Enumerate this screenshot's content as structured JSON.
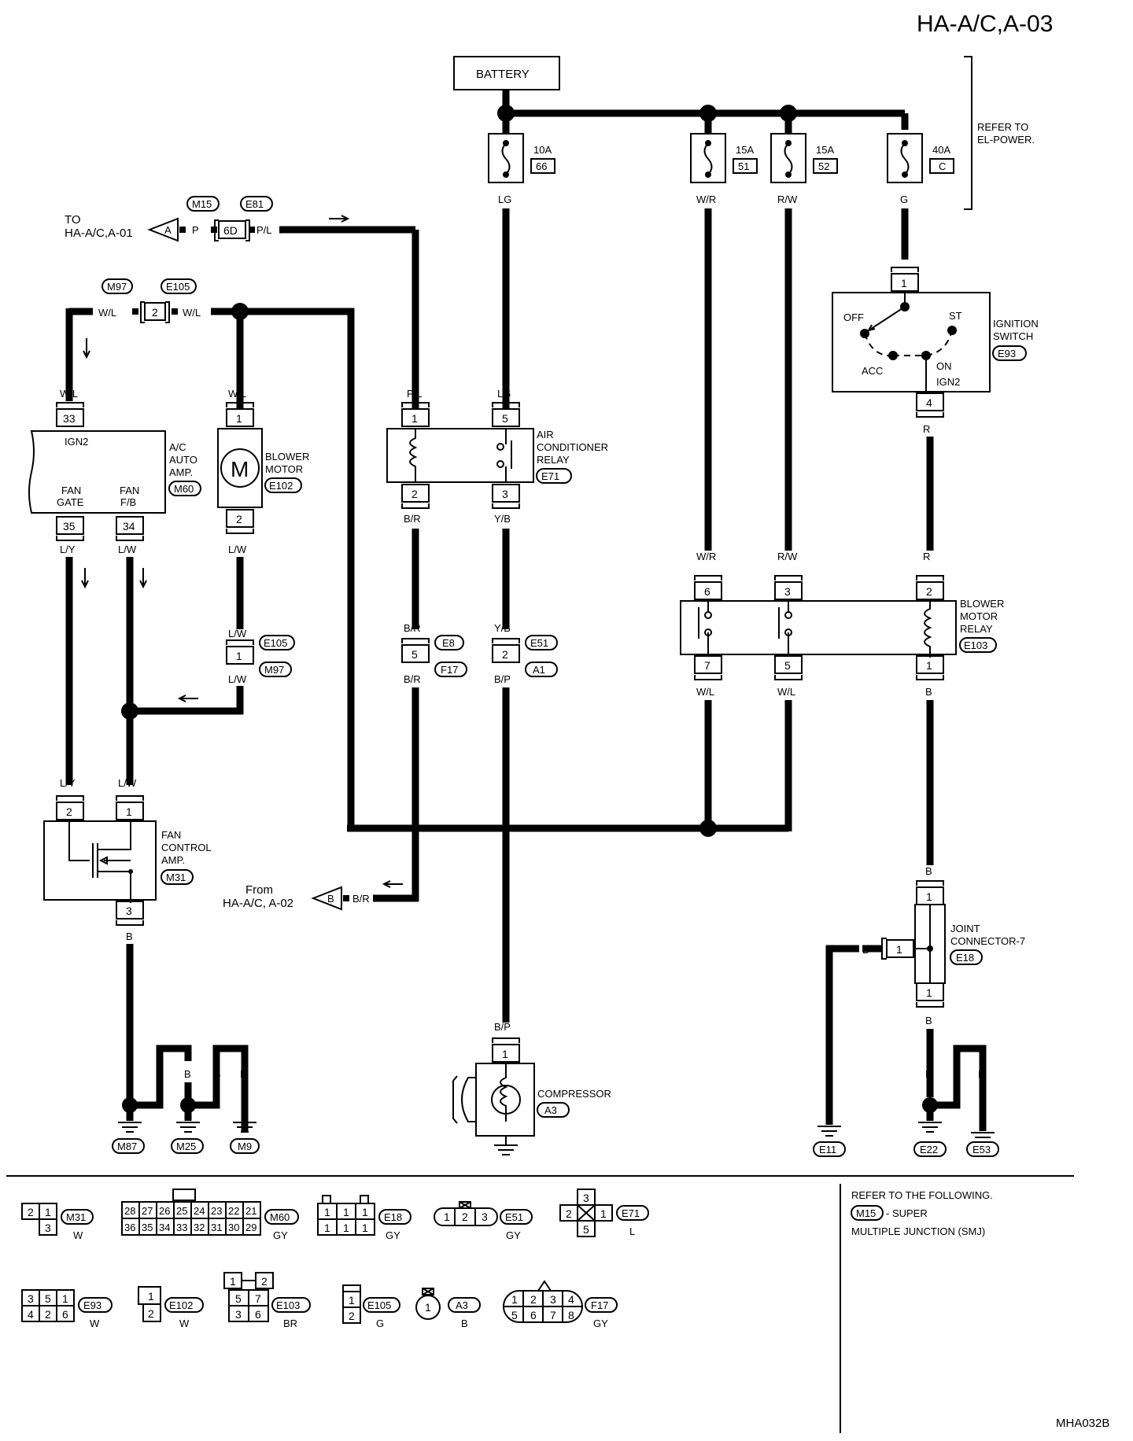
{
  "page": {
    "title": "HA-A/C,A-03",
    "figure_id": "MHA032B"
  },
  "top": {
    "battery": "BATTERY",
    "refer_power": [
      "REFER TO",
      "EL-POWER."
    ],
    "fuses": [
      {
        "amp": "10A",
        "num": "66",
        "wire": "LG"
      },
      {
        "amp": "15A",
        "num": "51",
        "wire": "W/R"
      },
      {
        "amp": "15A",
        "num": "52",
        "wire": "R/W"
      },
      {
        "amp": "40A",
        "num": "C",
        "wire": "G"
      }
    ]
  },
  "left": {
    "to_text": [
      "TO",
      "HA-A/C,A-01"
    ],
    "to_arrow": "A",
    "p_wire": "P",
    "pl_wire": "P/L",
    "pin_6d": "6D",
    "m15": "M15",
    "e81": "E81",
    "m97": "M97",
    "e105": "E105",
    "wl": "W/L",
    "pin2": "2"
  },
  "amp": {
    "label": [
      "A/C",
      "AUTO",
      "AMP."
    ],
    "conn": "M60",
    "ign2": "IGN2",
    "pin33": "33",
    "fan_gate": [
      "FAN",
      "GATE"
    ],
    "fan_fb": [
      "FAN",
      "F/B"
    ],
    "pin35": "35",
    "pin34": "34",
    "wire_ly": "L/Y",
    "wire_lw": "L/W"
  },
  "blower": {
    "label": [
      "BLOWER",
      "MOTOR"
    ],
    "conn": "E102",
    "m": "M",
    "pin1": "1",
    "pin2": "2",
    "wire_top": "W/L",
    "wire_bot": "L/W",
    "wire_lw2": "L/W",
    "e105": "E105",
    "m97": "M97",
    "pin_j": "1",
    "wire_lw3": "L/W"
  },
  "fan_amp": {
    "label": [
      "FAN",
      "CONTROL",
      "AMP."
    ],
    "conn": "M31",
    "pin2": "2",
    "pin1": "1",
    "pin3": "3",
    "wire_ly": "L/Y",
    "wire_lw": "L/W",
    "wire_b": "B"
  },
  "grounds_left": {
    "wires": [
      "B",
      "B",
      "B",
      "B",
      "B"
    ],
    "labels": [
      "M87",
      "M25",
      "M9"
    ]
  },
  "relay": {
    "label": [
      "AIR",
      "CONDITIONER",
      "RELAY"
    ],
    "conn": "E71",
    "wire_pl": "P/L",
    "wire_lg": "LG",
    "pin1": "1",
    "pin5": "5",
    "pin2": "2",
    "pin3": "3",
    "wire_br": "B/R",
    "wire_yb": "Y/B",
    "wire_br2": "B/R",
    "wire_yb2": "Y/B",
    "pin_e8": "5",
    "pin_e51": "2",
    "e8": "E8",
    "f17": "F17",
    "e51": "E51",
    "a1": "A1",
    "wire_br3": "B/R",
    "wire_bp": "B/P",
    "from_text": [
      "From",
      "HA-A/C, A-02"
    ],
    "from_arrow": "B",
    "from_wire": "B/R"
  },
  "compressor": {
    "wire": "B/P",
    "pin": "1",
    "label": "COMPRESSOR",
    "conn": "A3"
  },
  "ignition": {
    "label": [
      "IGNITION",
      "SWITCH"
    ],
    "conn": "E93",
    "pin1": "1",
    "pin4": "4",
    "off": "OFF",
    "st": "ST",
    "acc": "ACC",
    "on": "ON",
    "ign2": "IGN2",
    "wire_r": "R",
    "wire_r2": "R"
  },
  "bm_relay": {
    "label": [
      "BLOWER",
      "MOTOR",
      "RELAY"
    ],
    "conn": "E103",
    "wire_wr": "W/R",
    "wire_rw": "R/W",
    "pin6": "6",
    "pin3": "3",
    "pin2": "2",
    "pin7": "7",
    "pin5": "5",
    "pin1": "1",
    "wire_wl": "W/L",
    "wire_wl2": "W/L",
    "wire_b": "B"
  },
  "joint": {
    "label": [
      "JOINT",
      "CONNECTOR-7"
    ],
    "conn": "E18",
    "wire_b_top": "B",
    "wire_b_side": "B",
    "wire_b_bot": "B",
    "pin_top": "1",
    "pin_side": "1",
    "pin_bot": "1"
  },
  "grounds_right": {
    "wires": [
      "B",
      "B",
      "B",
      "B"
    ],
    "labels": [
      "E11",
      "E22",
      "E53"
    ]
  },
  "legend": {
    "refer": [
      "REFER TO THE FOLLOWING.",
      "- SUPER",
      "MULTIPLE JUNCTION (SMJ)"
    ],
    "refer_conn": "M15",
    "connectors": [
      {
        "name": "M31",
        "color": "W"
      },
      {
        "name": "M60",
        "color": "GY"
      },
      {
        "name": "E18",
        "color": "GY"
      },
      {
        "name": "E51",
        "color": "GY"
      },
      {
        "name": "E71",
        "color": "L"
      },
      {
        "name": "E93",
        "color": "W"
      },
      {
        "name": "E102",
        "color": "W"
      },
      {
        "name": "E103",
        "color": "BR"
      },
      {
        "name": "E105",
        "color": "G"
      },
      {
        "name": "A3",
        "color": "B"
      },
      {
        "name": "F17",
        "color": "GY"
      }
    ],
    "m31_pins": [
      "2",
      "1",
      "3"
    ],
    "m60_pins_top": [
      "28",
      "27",
      "26",
      "25",
      "24",
      "23",
      "22",
      "21"
    ],
    "m60_pins_bot": [
      "36",
      "35",
      "34",
      "33",
      "32",
      "31",
      "30",
      "29"
    ],
    "e18_pins": [
      "1",
      "1",
      "1",
      "1",
      "1",
      "1"
    ],
    "e51_pins": [
      "1",
      "2",
      "3"
    ],
    "e71_pins": [
      "3",
      "2",
      "1",
      "5"
    ],
    "e93_pins": [
      "3",
      "5",
      "1",
      "4",
      "2",
      "6"
    ],
    "e102_pins": [
      "1",
      "2"
    ],
    "e103_pins": [
      "1",
      "2",
      "5",
      "7",
      "3",
      "6"
    ],
    "e105_pins": [
      "1",
      "2"
    ],
    "a3_pin": "1",
    "f17_pins": [
      "1",
      "2",
      "3",
      "4",
      "5",
      "6",
      "7",
      "8"
    ]
  }
}
